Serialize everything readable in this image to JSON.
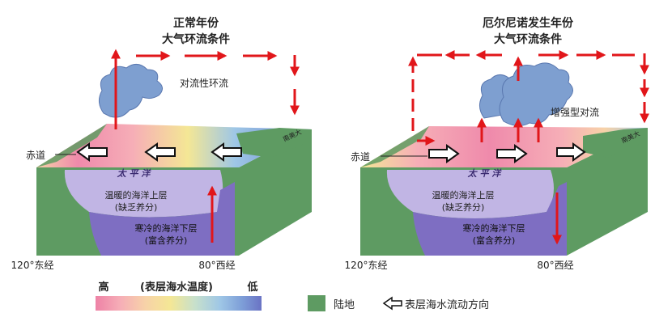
{
  "left": {
    "title_line1": "正常年份",
    "title_line2": "大气环流条件",
    "convection": "对流性环流",
    "equator": "赤道",
    "ocean": "太 平 洋",
    "warm_upper_1": "温暖的海洋上层",
    "warm_upper_2": "(缺乏养分)",
    "cold_lower_1": "寒冷的海洋下层",
    "cold_lower_2": "(富含养分)",
    "lon_left": "120°东经",
    "lon_right": "80°西经",
    "corner_label": "南美大"
  },
  "right": {
    "title_line1": "厄尔尼诺发生年份",
    "title_line2": "大气环流条件",
    "convection": "增强型对流",
    "equator": "赤道",
    "ocean": "太 平 洋",
    "warm_upper_1": "温暖的海洋上层",
    "warm_upper_2": "(缺乏养分)",
    "cold_lower_1": "寒冷的海洋下层",
    "cold_lower_2": "(富含养分)",
    "lon_left": "120°东经",
    "lon_right": "80°西经",
    "corner_label": "南美大"
  },
  "legend": {
    "high": "高",
    "title": "(表层海水温度)",
    "low": "低",
    "land": "陆地",
    "arrow": "表层海水流动方向",
    "scale_colors": [
      "#ee82a6",
      "#f6aeb7",
      "#f7d2a8",
      "#f4e795",
      "#c7e0cc",
      "#9fc7e6",
      "#7e9fd8",
      "#6a73c4"
    ],
    "land_color": "#5e9b62"
  },
  "colors": {
    "arrow_red": "#e1161a",
    "land": "#5e9b62",
    "warm_layer": "#c1b5e4",
    "cold_layer": "#7e6ec2",
    "cloud": "#7e9fd0"
  }
}
